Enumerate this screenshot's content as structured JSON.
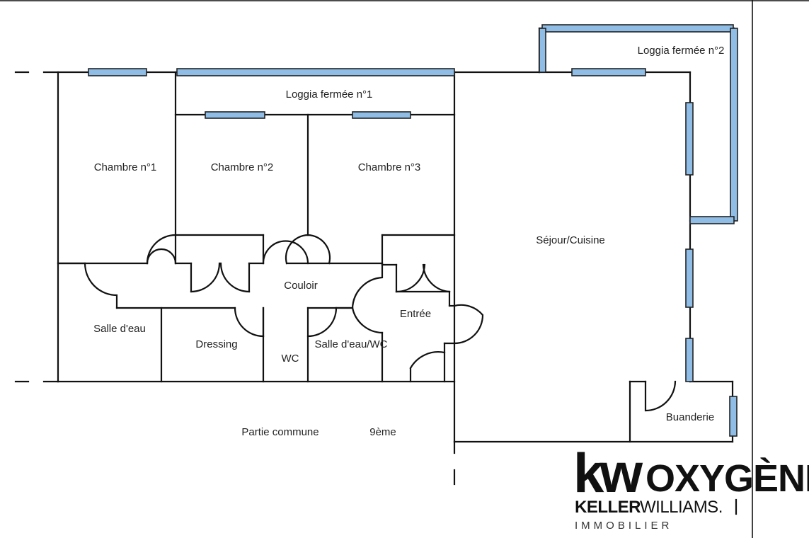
{
  "rooms": {
    "loggia1": "Loggia fermée n°1",
    "loggia2": "Loggia fermée n°2",
    "chambre1": "Chambre n°1",
    "chambre2": "Chambre n°2",
    "chambre3": "Chambre n°3",
    "sejour": "Séjour/Cuisine",
    "couloir": "Couloir",
    "entree": "Entrée",
    "salle_eau": "Salle d'eau",
    "dressing": "Dressing",
    "wc": "WC",
    "salle_eau_wc": "Salle d'eau/WC",
    "buanderie": "Buanderie",
    "partie_commune": "Partie commune",
    "etage": "9ème"
  },
  "logo": {
    "kw": "kw",
    "brand": "OXYGÈNE",
    "keller": "KELLER",
    "williams": "WILLIAMS.",
    "immobilier": "IMMOBILIER"
  },
  "colors": {
    "window_fill": "#8fbde6",
    "wall": "#111111"
  }
}
